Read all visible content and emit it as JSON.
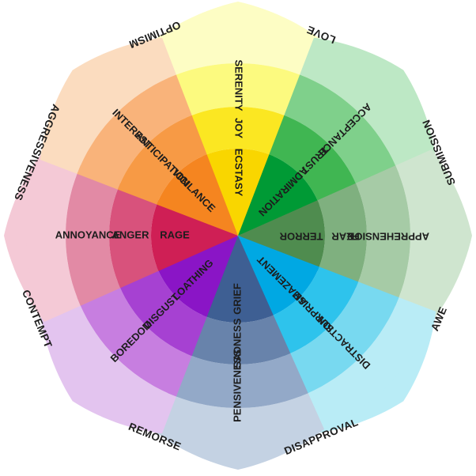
{
  "petals": [
    {
      "key": "joy",
      "colors": {
        "outer": "#fdfdc4",
        "middle": "#fcfa7f",
        "inner": "#fbe722",
        "core": "#f9d600"
      },
      "labels": {
        "middle": "SERENITY",
        "inner": "JOY",
        "core": "ECSTASY"
      }
    },
    {
      "key": "trust",
      "colors": {
        "outer": "#bde8c5",
        "middle": "#7fd08b",
        "inner": "#40b652",
        "core": "#009a35"
      },
      "labels": {
        "middle": "ACCEPTANCE",
        "inner": "TRUST",
        "core": "ADMIRATION"
      }
    },
    {
      "key": "fear",
      "colors": {
        "outer": "#cfe5cf",
        "middle": "#a6cba6",
        "inner": "#7fb07f",
        "core": "#4f8c4f"
      },
      "labels": {
        "middle": "APPREHENSION",
        "inner": "FEAR",
        "core": "TERROR"
      }
    },
    {
      "key": "surprise",
      "colors": {
        "outer": "#b9ecf6",
        "middle": "#78d9f0",
        "inner": "#2ec3ec",
        "core": "#00a8e3"
      },
      "labels": {
        "middle": "DISTRACTION",
        "inner": "SURPRISE",
        "core": "AMAZEMENT"
      }
    },
    {
      "key": "sadness",
      "colors": {
        "outer": "#c4d2e3",
        "middle": "#93a9c8",
        "inner": "#6883ab",
        "core": "#3e5f93"
      },
      "labels": {
        "middle": "PENSIVENESS",
        "inner": "SADNESS",
        "core": "GRIEF"
      }
    },
    {
      "key": "disgust",
      "colors": {
        "outer": "#e3c4ef",
        "middle": "#c77ee0",
        "inner": "#a641d2",
        "core": "#8a15c6"
      },
      "labels": {
        "middle": "BOREDOM",
        "inner": "DISGUST",
        "core": "LOATHING"
      }
    },
    {
      "key": "anger",
      "colors": {
        "outer": "#f4c9d6",
        "middle": "#e28aa5",
        "inner": "#d8527c",
        "core": "#cf1f55"
      },
      "labels": {
        "middle": "ANNOYANCE",
        "inner": "ANGER",
        "core": "RAGE"
      }
    },
    {
      "key": "anticipation",
      "colors": {
        "outer": "#fbdcbf",
        "middle": "#f9b37a",
        "inner": "#f79a45",
        "core": "#f58520"
      },
      "labels": {
        "middle": "INTEREST",
        "inner": "ANTICIPATION",
        "core": "VIGILANCE"
      }
    }
  ],
  "outer_labels": [
    "LOVE",
    "SUBMISSION",
    "AWE",
    "DISAPPROVAL",
    "REMORSE",
    "CONTEMPT",
    "AGGRESSIVENESS",
    "OPTIMISM"
  ]
}
